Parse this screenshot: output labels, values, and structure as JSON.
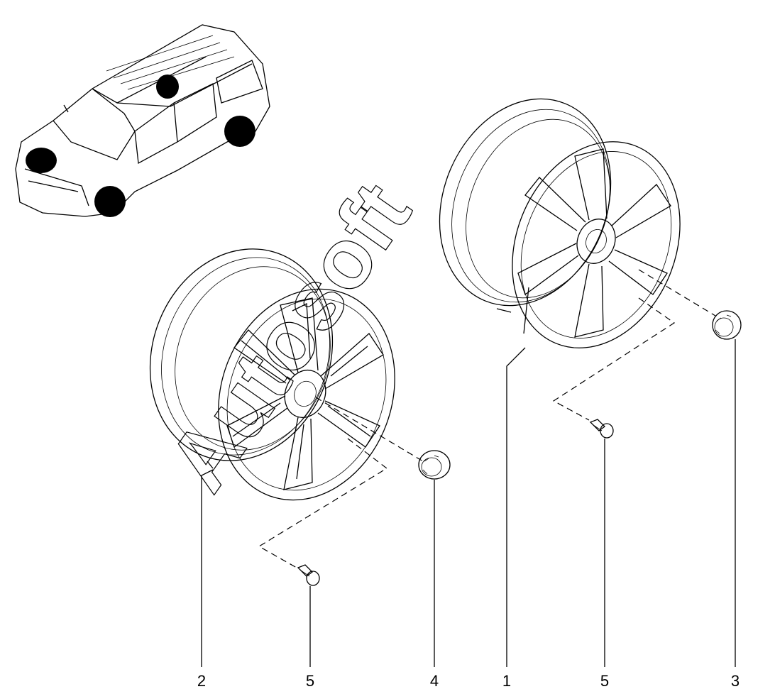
{
  "callouts": [
    {
      "id": "wheel-front",
      "label": "2"
    },
    {
      "id": "bolt-front",
      "label": "5"
    },
    {
      "id": "cap-front",
      "label": "4"
    },
    {
      "id": "wheel-rear",
      "label": "1"
    },
    {
      "id": "bolt-rear",
      "label": "5"
    },
    {
      "id": "cap-rear",
      "label": "3"
    }
  ],
  "watermark": "Autosoft",
  "colors": {
    "line": "#000000",
    "background": "#ffffff",
    "marker": "#000000"
  }
}
